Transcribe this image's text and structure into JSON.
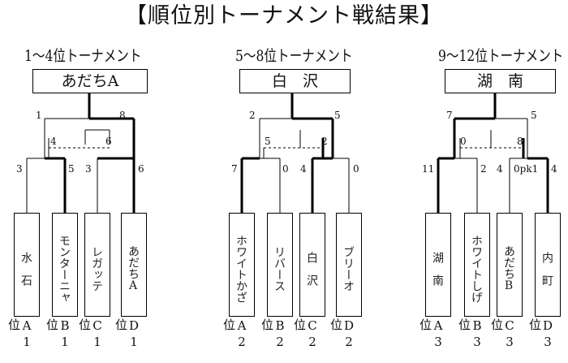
{
  "title": "【順位別トーナメント戦結果】",
  "brackets": [
    {
      "header": "1～4位トーナメント",
      "winner": "あだちA",
      "final_scores": [
        "1",
        "8"
      ],
      "semi_left_scores": [
        "3",
        "5"
      ],
      "semi_right_scores": [
        "3",
        "6"
      ],
      "mid_scores": [
        "4",
        "6"
      ],
      "teams": [
        {
          "name": "水　石",
          "seed": "A1位"
        },
        {
          "name": "モンターニャ",
          "seed": "B1位"
        },
        {
          "name": "レガッテ",
          "seed": "C1位"
        },
        {
          "name": "あだちA",
          "seed": "D1位"
        }
      ]
    },
    {
      "header": "5～8位トーナメント",
      "winner": "白　沢",
      "final_scores": [
        "2",
        "5"
      ],
      "semi_left_scores": [
        "7",
        "0"
      ],
      "semi_right_scores": [
        "4",
        "0"
      ],
      "mid_scores": [
        "5",
        "2"
      ],
      "teams": [
        {
          "name": "ホワイトかざ",
          "seed": "A2位"
        },
        {
          "name": "リバース",
          "seed": "B2位"
        },
        {
          "name": "白　沢",
          "seed": "C2位"
        },
        {
          "name": "ブリーオ",
          "seed": "D2位"
        }
      ]
    },
    {
      "header": "9～12位トーナメント",
      "winner": "湖　南",
      "final_scores": [
        "7",
        "5"
      ],
      "semi_left_scores": [
        "11",
        "2"
      ],
      "semi_right_scores": [
        "4",
        "0pk1",
        "4"
      ],
      "mid_scores": [
        "0",
        "8"
      ],
      "teams": [
        {
          "name": "湖　南",
          "seed": "A3位"
        },
        {
          "name": "ホワイトしげ",
          "seed": "B3位"
        },
        {
          "name": "あだちB",
          "seed": "C3位"
        },
        {
          "name": "内　町",
          "seed": "D3位"
        }
      ]
    }
  ]
}
